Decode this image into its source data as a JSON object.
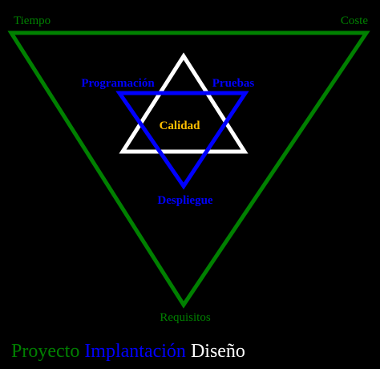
{
  "colors": {
    "background": "#000000",
    "project_green": "#008000",
    "implementation_blue": "#0000ff",
    "design_white": "#ffffff",
    "quality_gold": "#ffc000"
  },
  "outer_triangle": {
    "top_left_label": "Tiempo",
    "top_right_label": "Coste",
    "bottom_label": "Requisitos"
  },
  "implementation_triangle": {
    "top_left_label": "Programación",
    "top_right_label": "Pruebas",
    "bottom_label": "Despliegue"
  },
  "center_label": "Calidad",
  "legend": {
    "project": "Proyecto",
    "implementation": "Implantación",
    "design": "Diseño"
  }
}
